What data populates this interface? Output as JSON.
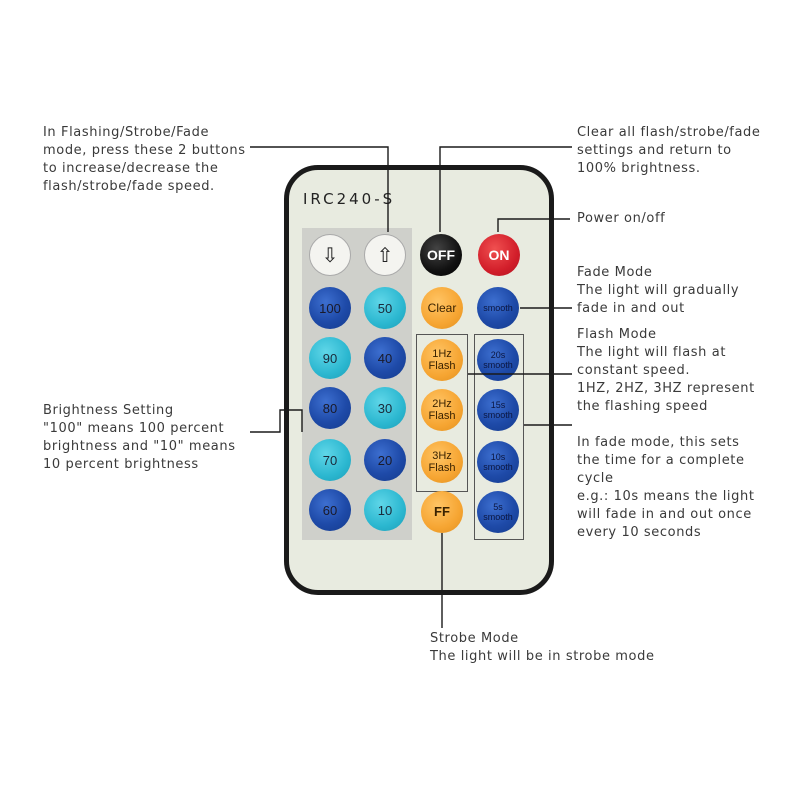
{
  "remote": {
    "model": "IRC240-S",
    "speed_buttons": [
      {
        "name": "speed-down-button",
        "icon": "arrow-down-icon",
        "glyph": "⇩"
      },
      {
        "name": "speed-up-button",
        "icon": "arrow-up-icon",
        "glyph": "⇧"
      }
    ],
    "off_label": "OFF",
    "on_label": "ON",
    "brightness_buttons": [
      "100",
      "50",
      "90",
      "40",
      "80",
      "30",
      "70",
      "20",
      "60",
      "10"
    ],
    "clear_label": "Clear",
    "flash_buttons": [
      {
        "line1": "1Hz",
        "line2": "Flash"
      },
      {
        "line1": "2Hz",
        "line2": "Flash"
      },
      {
        "line1": "3Hz",
        "line2": "Flash"
      }
    ],
    "ff_label": "FF",
    "smooth_label": "smooth",
    "fade_time_buttons": [
      {
        "line1": "20s",
        "line2": "smooth"
      },
      {
        "line1": "15s",
        "line2": "smooth"
      },
      {
        "line1": "10s",
        "line2": "smooth"
      },
      {
        "line1": "5s",
        "line2": "smooth"
      }
    ],
    "colors": {
      "body": "#e8ebe0",
      "border": "#1a1a1a",
      "dark_blue": "#1e4aa8",
      "cyan": "#2bb7d0",
      "orange": "#f6a532",
      "off": "#111111",
      "on": "#d21e2a"
    }
  },
  "annotations": {
    "speed": [
      "In Flashing/Strobe/Fade",
      "mode, press these 2 buttons",
      "to increase/decrease the",
      "flash/strobe/fade speed."
    ],
    "clear": [
      "Clear all flash/strobe/fade",
      "settings and return to",
      "100% brightness."
    ],
    "power": [
      "Power on/off"
    ],
    "fade": [
      "Fade Mode",
      "The light will gradually",
      "fade in and out"
    ],
    "flash": [
      "Flash Mode",
      "The light will flash at",
      "constant speed.",
      "1HZ, 2HZ, 3HZ represent",
      "the flashing speed"
    ],
    "brightness": [
      "Brightness Setting",
      "\"100\" means 100 percent",
      "brightness and \"10\" means",
      "10 percent brightness"
    ],
    "fade_time": [
      "In fade mode, this sets",
      "the time for a complete",
      "cycle",
      "e.g.: 10s means the light",
      "will fade in and out once",
      "every 10 seconds"
    ],
    "strobe": [
      "Strobe Mode",
      "The light will be in strobe mode"
    ]
  }
}
